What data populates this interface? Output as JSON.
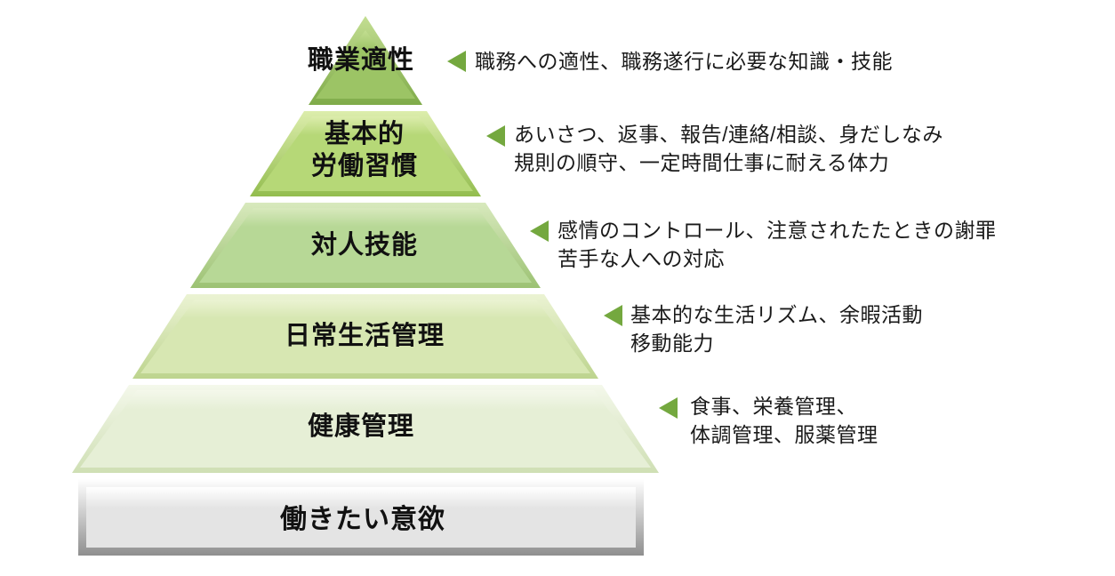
{
  "diagram": {
    "background_color": "#ffffff",
    "text_color": "#1a1a1a",
    "marker_color": "#74a83f",
    "levels": [
      {
        "name": "vocational-aptitude",
        "lines": [
          "職業適性"
        ],
        "fill": "#9cc465",
        "fill_light": "#c3de92",
        "fill_dark": "#7fab49"
      },
      {
        "name": "basic-work-habits",
        "lines": [
          "基本的",
          "労働習慣"
        ],
        "fill": "#b6d877",
        "fill_light": "#dcedac",
        "fill_dark": "#93bd4f"
      },
      {
        "name": "interpersonal-skills",
        "lines": [
          "対人技能"
        ],
        "fill": "#b7d896",
        "fill_light": "#d8e9bd",
        "fill_dark": "#9cc273"
      },
      {
        "name": "daily-life-management",
        "lines": [
          "日常生活管理"
        ],
        "fill": "#d7e7b2",
        "fill_light": "#ebf3d3",
        "fill_dark": "#bdd48e"
      },
      {
        "name": "health-management",
        "lines": [
          "健康管理"
        ],
        "fill": "#e6efd6",
        "fill_light": "#f4f8eb",
        "fill_dark": "#cfdfb4"
      }
    ],
    "base": {
      "label": "働きたい意欲",
      "fill": "#e4e4e4",
      "fill_light": "#ffffff",
      "fill_dark": "#8f8f8f"
    },
    "annotations": [
      {
        "lines": [
          "職務への適性、職務遂行に必要な知識・技能"
        ]
      },
      {
        "lines": [
          "あいさつ、返事、報告/連絡/相談、身だしなみ",
          "規則の順守、一定時間仕事に耐える体力"
        ]
      },
      {
        "lines": [
          "感情のコントロール、注意されたたときの謝罪",
          "苦手な人への対応"
        ]
      },
      {
        "lines": [
          "基本的な生活リズム、余暇活動",
          "移動能力"
        ]
      },
      {
        "lines": [
          "食事、栄養管理、",
          "体調管理、服薬管理"
        ]
      }
    ]
  }
}
